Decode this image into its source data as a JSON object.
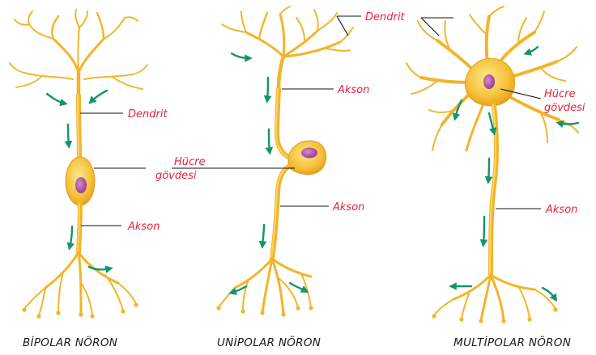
{
  "labels": {
    "bipolar": {
      "title": "BİPOLAR NÖRON",
      "dendrite": "Dendrit",
      "cell_body_line1": "Hücre",
      "cell_body_line2": "gövdesi",
      "axon": "Akson"
    },
    "unipolar": {
      "title": "UNİPOLAR NÖRON",
      "dendrite": "Dendrit",
      "axon_top": "Akson",
      "axon_bottom": "Akson"
    },
    "multipolar": {
      "title": "MULTİPOLAR NÖRON",
      "cell_body_line1": "Hücre",
      "cell_body_line2": "gövdesi",
      "axon": "Akson"
    }
  },
  "colors": {
    "label_text": "#e8213a",
    "neuron_body": "#f2b52a",
    "neuron_highlight": "#fde27a",
    "nucleus": "#b24fa5",
    "flow_arrow": "#14946e",
    "title_text": "#1a1a1a"
  }
}
